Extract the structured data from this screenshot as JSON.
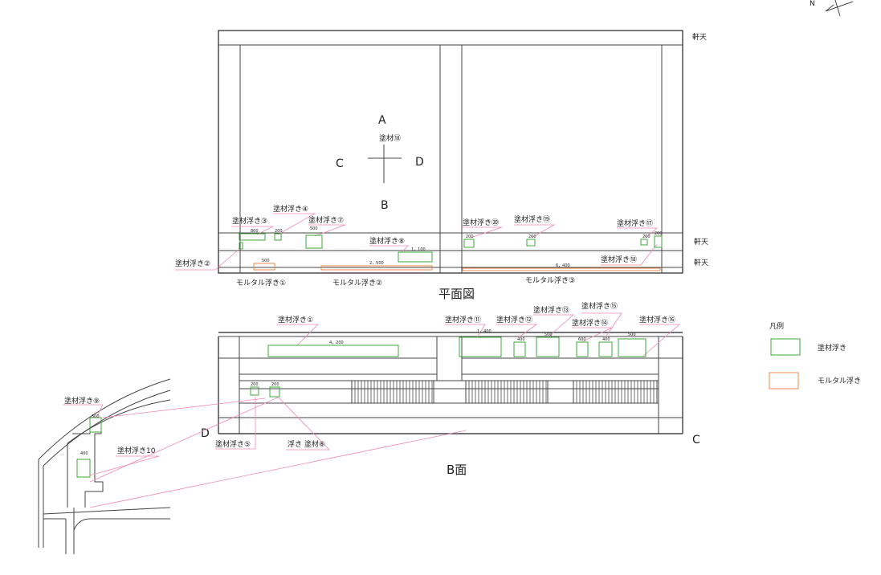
{
  "north_label": "N",
  "plan": {
    "title": "平面図",
    "eave_labels": [
      "軒天",
      "軒天",
      "軒天"
    ],
    "compass": {
      "top": "A",
      "bottom": "B",
      "left": "C",
      "right": "D",
      "center_label": "塗材⑱"
    },
    "labels": {
      "p2": "塗材浮き②",
      "p3": "塗材浮き③",
      "p4": "塗材浮き④",
      "p7": "塗材浮き⑦",
      "p8": "塗材浮き⑧",
      "p20": "塗材浮き⑳",
      "p19": "塗材浮き⑲",
      "p17": "塗材浮き⑰",
      "p18": "塗材浮き⑱",
      "m1": "モルタル浮き①",
      "m2": "モルタル浮き②",
      "m3": "モルタル浮き③"
    },
    "dims": {
      "d800": "800",
      "d200a": "200",
      "d500a": "500",
      "d1100": "1，100",
      "d500b": "500",
      "d2500": "2，500",
      "d200b": "200",
      "d200c": "200",
      "d200d": "200",
      "d200e": "200",
      "d6400": "6，400"
    }
  },
  "elevation": {
    "title": "B面",
    "left_mark": "D",
    "right_mark": "C",
    "labels": {
      "e1": "塗材浮き①",
      "e11": "塗材浮き⑪",
      "e12": "塗材浮き⑫",
      "e13": "塗材浮き⑬",
      "e14": "塗材浮き⑭",
      "e15": "塗材浮き⑮",
      "e16": "塗材浮き⑯",
      "e5": "塗材浮き⑤",
      "e6": "浮き 塗材⑥"
    },
    "dims": {
      "d4200": "4，200",
      "d1400": "1，400",
      "d400a": "400",
      "d500c": "500",
      "d600": "600",
      "d400b": "400",
      "d500d": "500",
      "d200f": "200",
      "d200g": "200"
    }
  },
  "section": {
    "labels": {
      "e9": "塗材浮き⑨",
      "e10": "塗材浮き10"
    },
    "dims": {
      "d300": "300",
      "d400c": "400"
    }
  },
  "legend": {
    "title": "凡例",
    "items": [
      {
        "label": "塗材浮き",
        "color": "#3aa83a"
      },
      {
        "label": "モルタル浮き",
        "color": "#e8894a"
      }
    ]
  }
}
